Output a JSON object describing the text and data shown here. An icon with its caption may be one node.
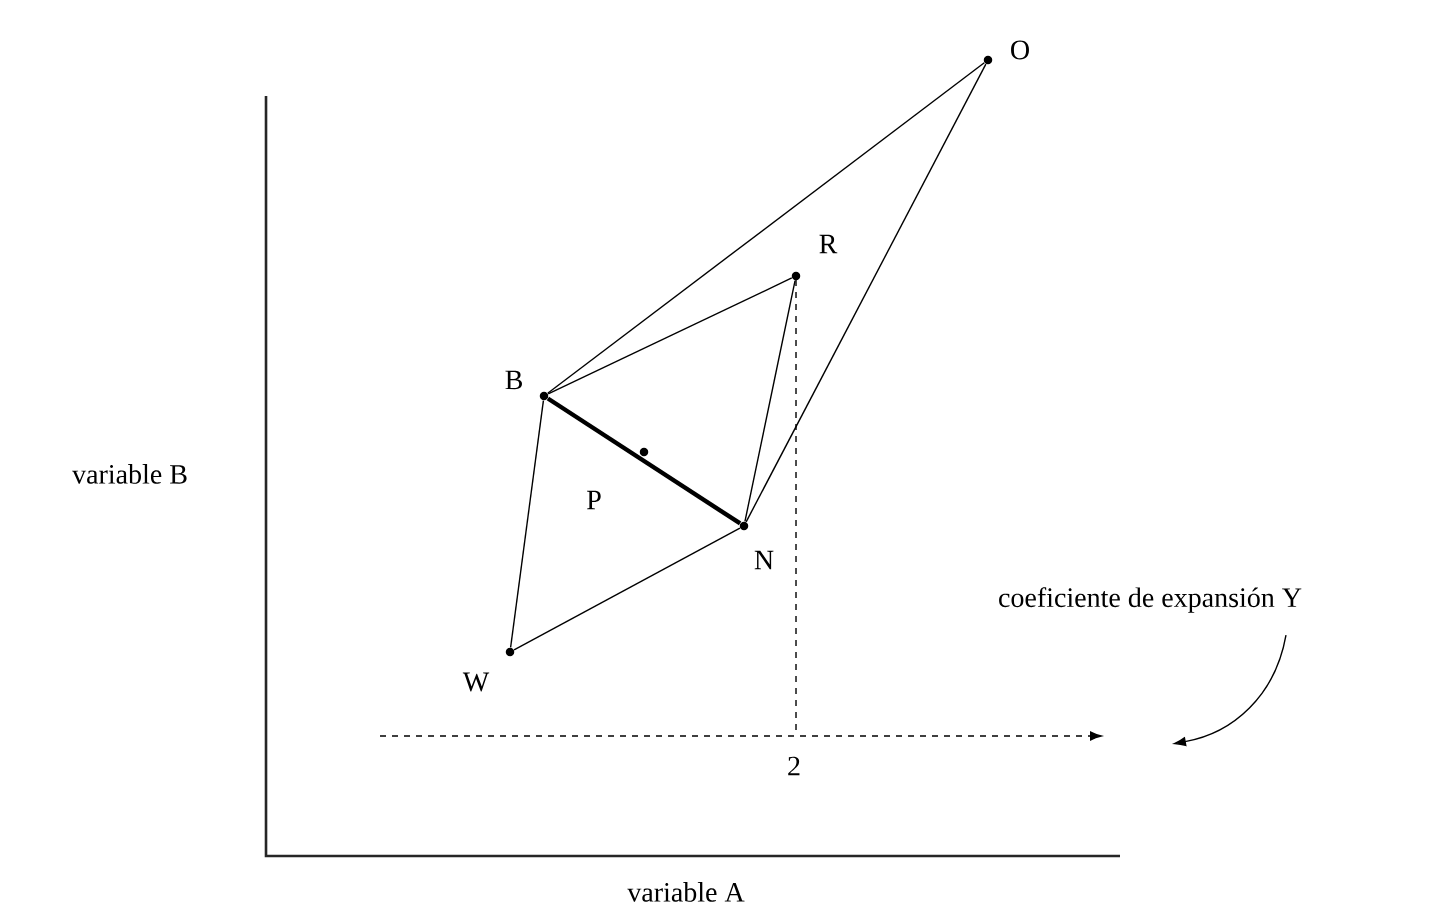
{
  "diagram": {
    "nodes": [
      {
        "text": [
          "O"
        ]
      },
      {
        "text": [
          "R"
        ]
      },
      {
        "text": [
          "B"
        ]
      },
      {
        "text": [
          "P"
        ]
      },
      {
        "text": [
          "N"
        ]
      },
      {
        "text": [
          "W"
        ]
      },
      {
        "text": [
          "coeficiente de expansión Y"
        ]
      }
    ],
    "edges": [
      {
        "from": 2,
        "to": 0,
        "arrow": "none"
      },
      {
        "from": 0,
        "to": 4,
        "arrow": "none"
      },
      {
        "from": 2,
        "to": 1,
        "arrow": "none"
      },
      {
        "from": 1,
        "to": 4,
        "arrow": "none"
      },
      {
        "from": 2,
        "to": 4,
        "arrow": "none",
        "style": "thick"
      },
      {
        "from": 2,
        "to": 5,
        "arrow": "none"
      },
      {
        "from": 5,
        "to": 4,
        "arrow": "none"
      },
      {
        "from": 6,
        "to": null,
        "arrow": "to"
      }
    ],
    "labels": [
      "variable B",
      "2",
      "variable A"
    ]
  }
}
